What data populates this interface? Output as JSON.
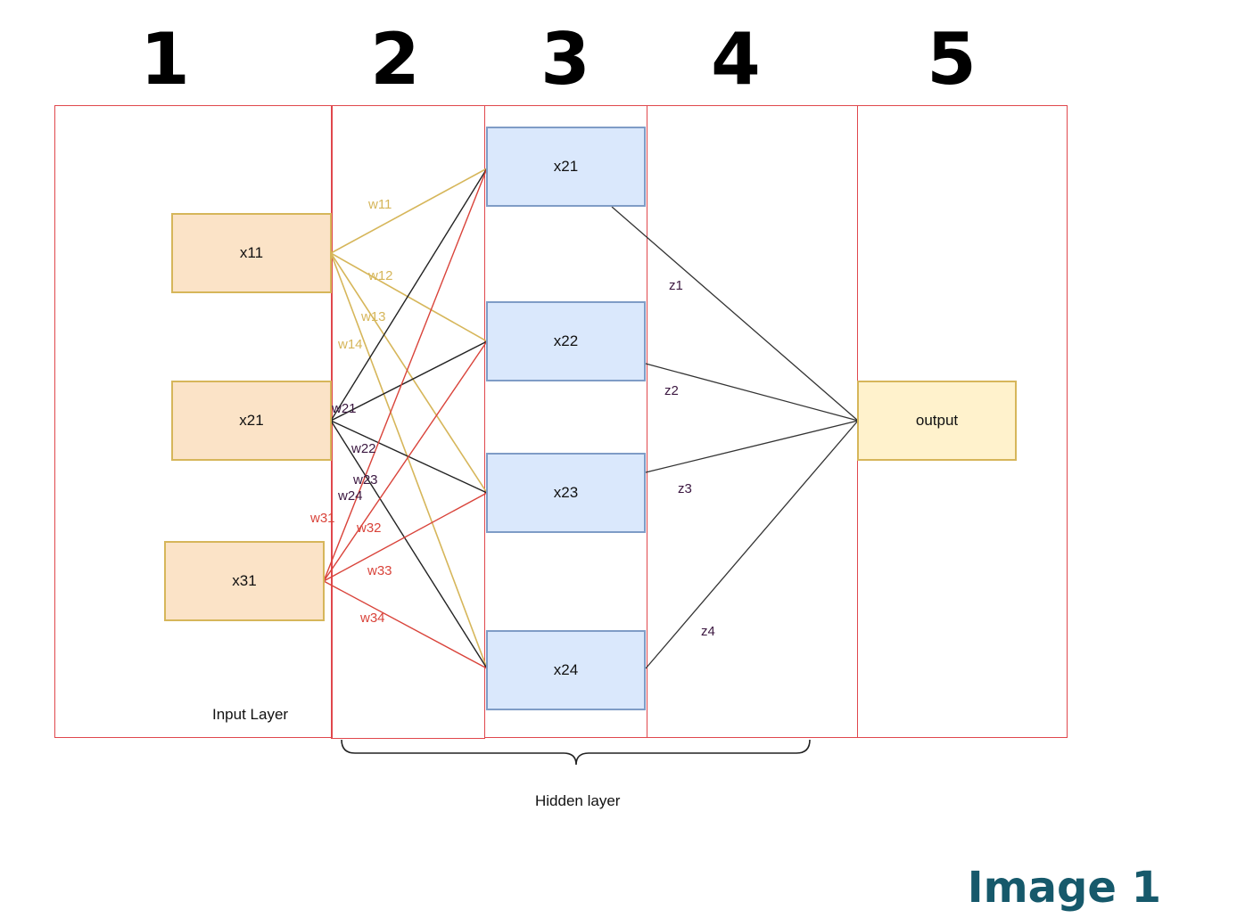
{
  "columns": [
    "1",
    "2",
    "3",
    "4",
    "5"
  ],
  "input_nodes": [
    "x11",
    "x21",
    "x31"
  ],
  "hidden_nodes": [
    "x21",
    "x22",
    "x23",
    "x24"
  ],
  "output_node": "output",
  "weights": {
    "w11": "w11",
    "w12": "w12",
    "w13": "w13",
    "w14": "w14",
    "w21": "w21",
    "w22": "w22",
    "w23": "w23",
    "w24": "w24",
    "w31": "w31",
    "w32": "w32",
    "w33": "w33",
    "w34": "w34"
  },
  "z_labels": [
    "z1",
    "z2",
    "z3",
    "z4"
  ],
  "captions": {
    "input_layer": "Input Layer",
    "hidden_layer": "Hidden layer"
  },
  "image_label": "Image 1",
  "colors": {
    "section_border": "#e0474c",
    "x1_edges": "#d6b65a",
    "x2_edges": "#222222",
    "x3_edges": "#d9433a",
    "hidden_to_output": "#333333",
    "image_label": "#16596b"
  }
}
